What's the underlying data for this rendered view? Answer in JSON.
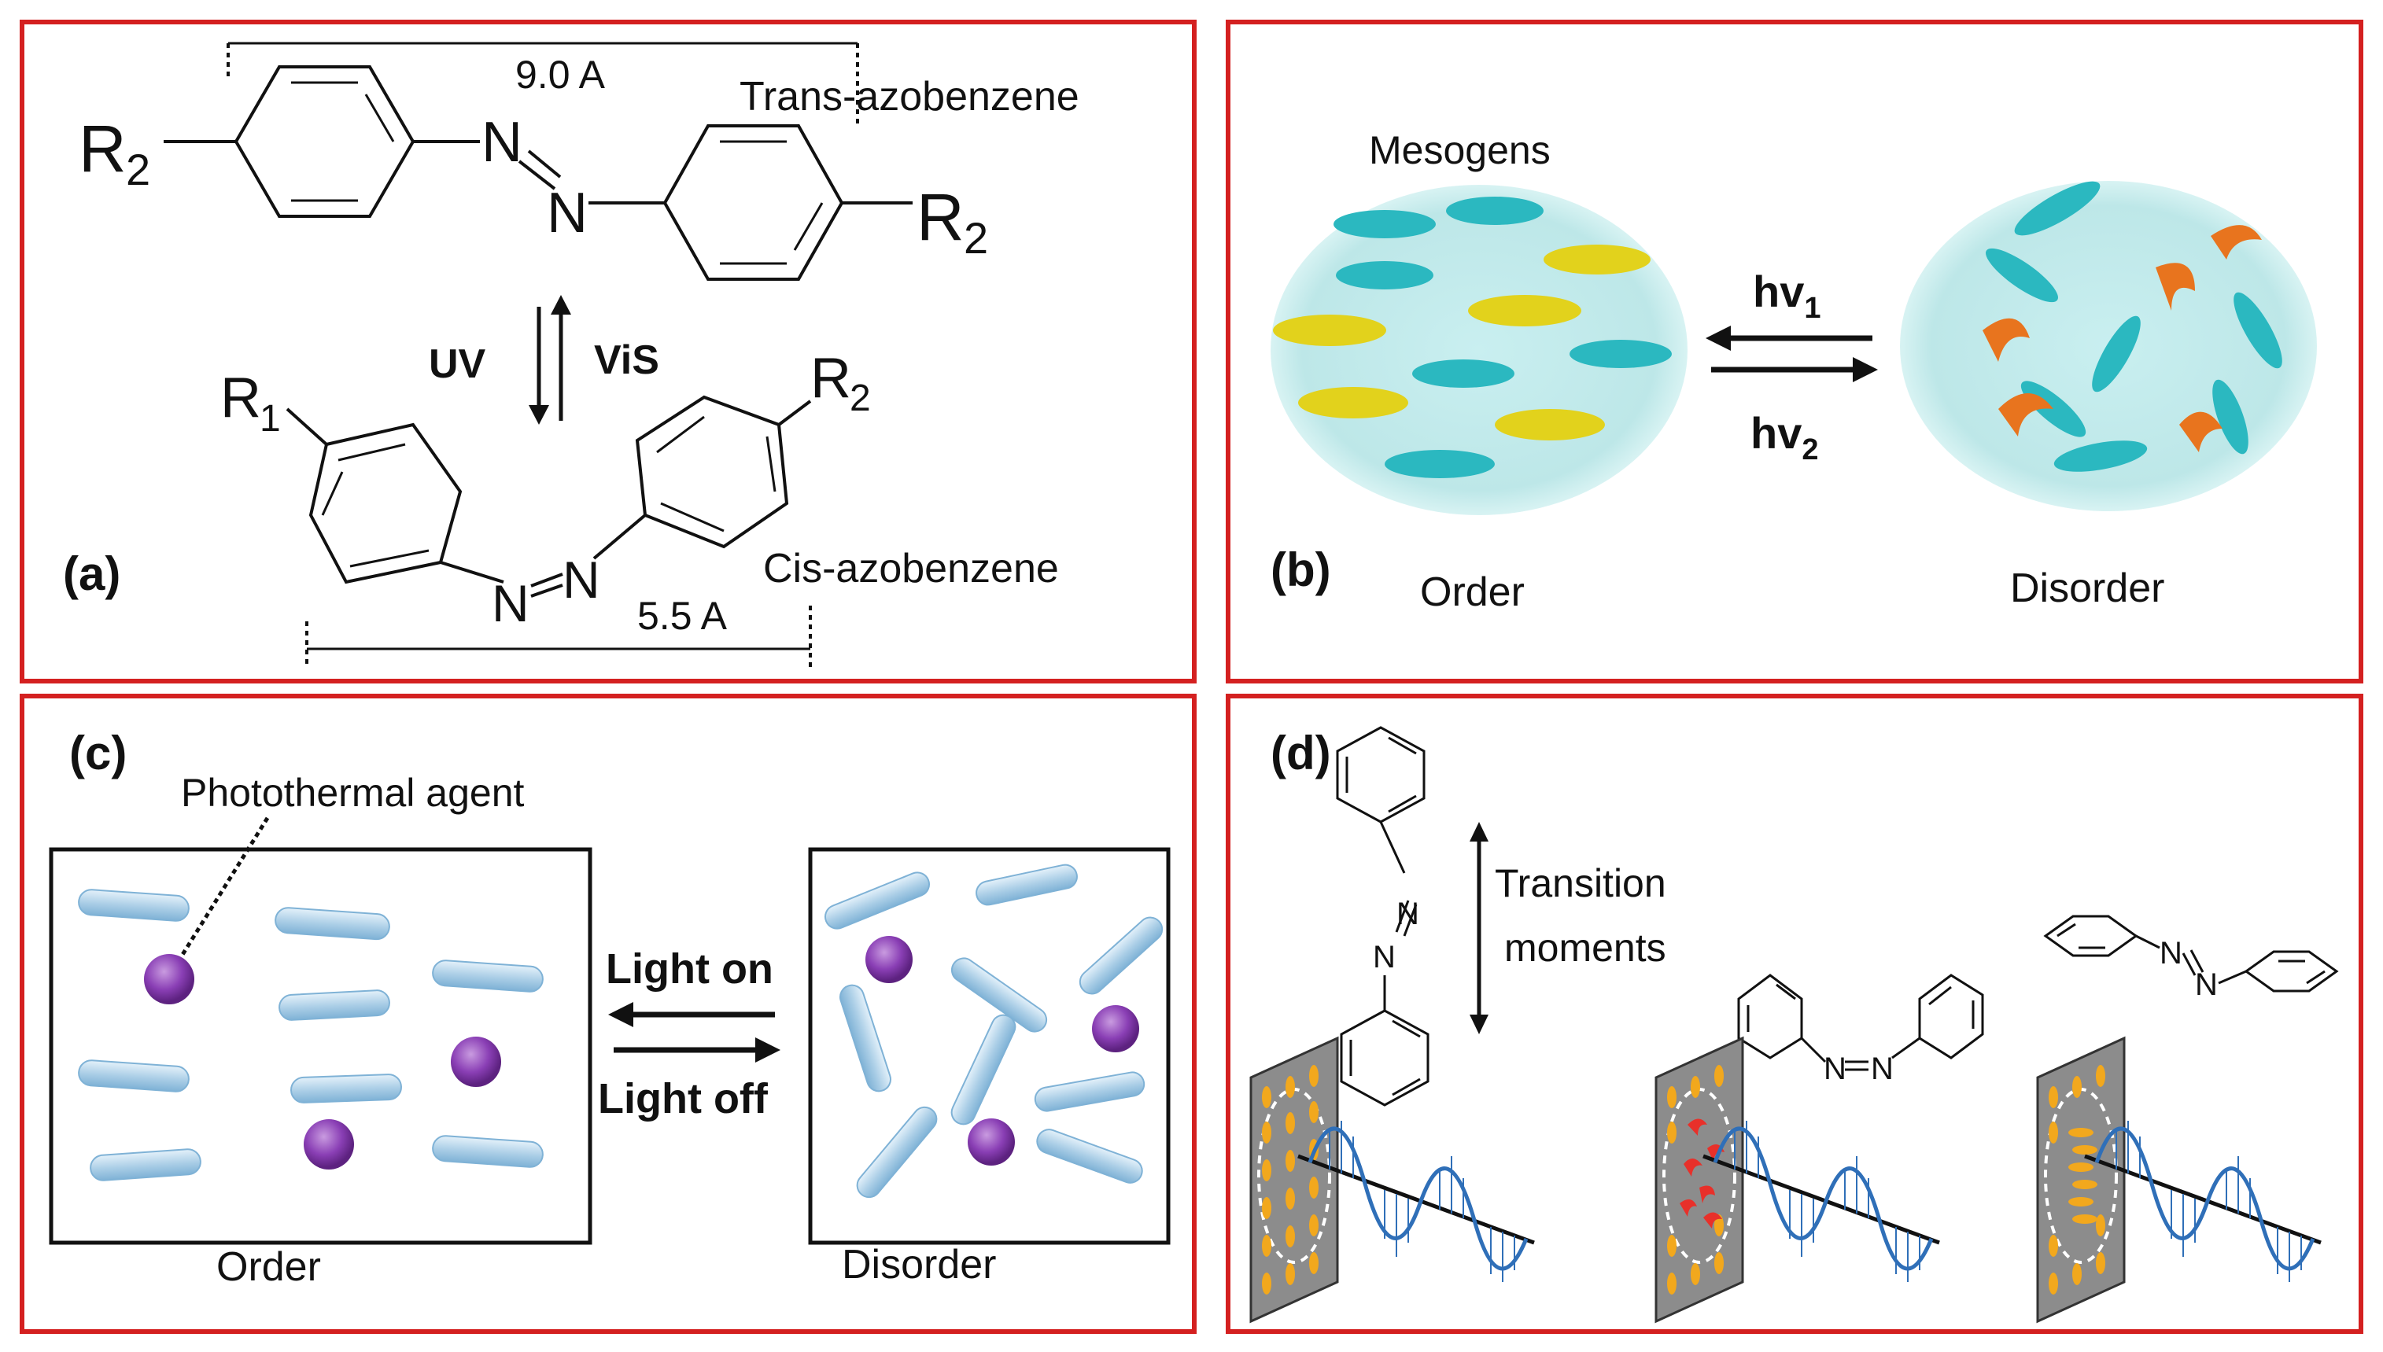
{
  "panel_a": {
    "label": "(a)",
    "trans_distance": "9.0 A",
    "trans_name": "Trans-azobenzene",
    "cis_distance": "5.5 A",
    "cis_name": "Cis-azobenzene",
    "uv": "UV",
    "vis": "ViS",
    "r1": "R",
    "r1_sub": "1",
    "r2": "R",
    "r2_sub": "2",
    "n": "N"
  },
  "panel_b": {
    "label": "(b)",
    "mesogens": "Mesogens",
    "hv1": "hv",
    "hv1_sub": "1",
    "hv2": "hv",
    "hv2_sub": "2",
    "order": "Order",
    "disorder": "Disorder",
    "colors": {
      "sphere": "#bfe9ea",
      "cyan_rod": "#2bb8c0",
      "yellow_rod": "#e2d21c",
      "orange_bent": "#e8741e"
    }
  },
  "panel_c": {
    "label": "(c)",
    "agent": "Photothermal agent",
    "light_on": "Light on",
    "light_off": "Light off",
    "order": "Order",
    "disorder": "Disorder",
    "colors": {
      "rod": "#a9cde6",
      "agent": "#8a3fb5"
    }
  },
  "panel_d": {
    "label": "(d)",
    "transition_line1": "Transition",
    "transition_line2": "moments",
    "n": "N",
    "colors": {
      "plate": "#8c8c8c",
      "dot": "#f2a81d",
      "red": "#e8302a",
      "wave": "#2f6fb8"
    }
  },
  "colors": {
    "panel_border": "#d42020"
  }
}
